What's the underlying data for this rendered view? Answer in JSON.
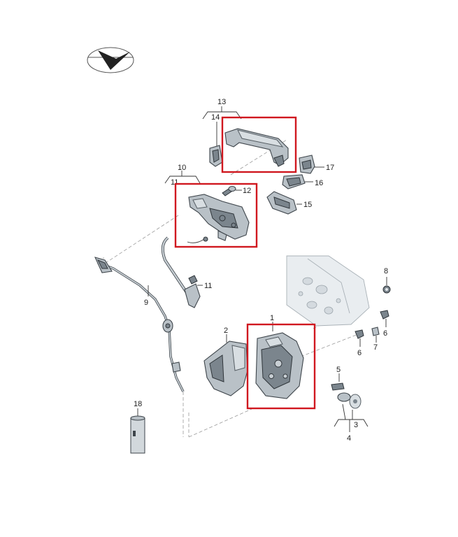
{
  "logo": {
    "name": "brand-logo"
  },
  "colors": {
    "highlight": "#d0181f",
    "part": "#b9c1c7",
    "outline": "#3e454b"
  },
  "callouts": {
    "c1": "1",
    "c2": "2",
    "c3": "3",
    "c4": "4",
    "c5": "5",
    "c6a": "6",
    "c6b": "6",
    "c7": "7",
    "c8": "8",
    "c9": "9",
    "c10": "10",
    "c11": "11",
    "c12": "12",
    "c13": "13",
    "c14": "14",
    "c15": "15",
    "c16": "16",
    "c17": "17",
    "c18": "18"
  },
  "highlights": [
    "outer-handle",
    "lock-carrier",
    "door-lock"
  ]
}
